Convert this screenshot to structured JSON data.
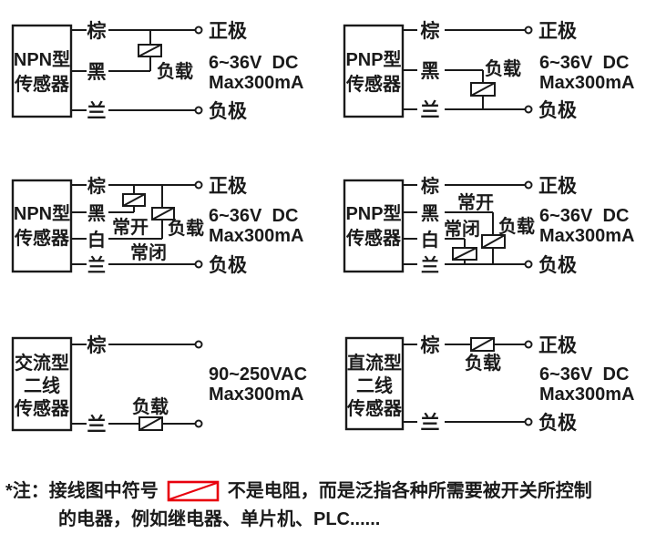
{
  "colors": {
    "ink": "#1a1a1a",
    "red": "#e8000d",
    "background": "#ffffff"
  },
  "diagrams": [
    {
      "name": "npn-3-wire",
      "sensor_lines": [
        "NPN型",
        "传感器"
      ],
      "wires": [
        "棕",
        "黑",
        "兰"
      ],
      "load": "负载",
      "pos": "正极",
      "neg": "负极",
      "spec": [
        "6~36V  DC",
        "Max300mA"
      ]
    },
    {
      "name": "pnp-3-wire",
      "sensor_lines": [
        "PNP型",
        "传感器"
      ],
      "wires": [
        "棕",
        "黑",
        "兰"
      ],
      "load": "负载",
      "pos": "正极",
      "neg": "负极",
      "spec": [
        "6~36V  DC",
        "Max300mA"
      ]
    },
    {
      "name": "npn-4-wire",
      "sensor_lines": [
        "NPN型",
        "传感器"
      ],
      "wires": [
        "棕",
        "黑",
        "白",
        "兰"
      ],
      "normally_open": "常开",
      "normally_closed": "常闭",
      "load": "负载",
      "pos": "正极",
      "neg": "负极",
      "spec": [
        "6~36V  DC",
        "Max300mA"
      ]
    },
    {
      "name": "pnp-4-wire",
      "sensor_lines": [
        "PNP型",
        "传感器"
      ],
      "wires": [
        "棕",
        "黑",
        "白",
        "兰"
      ],
      "normally_open": "常开",
      "normally_closed": "常闭",
      "load": "负载",
      "pos": "正极",
      "neg": "负极",
      "spec": [
        "6~36V  DC",
        "Max300mA"
      ]
    },
    {
      "name": "ac-2-wire",
      "sensor_lines": [
        "交流型",
        "二线",
        "传感器"
      ],
      "wires": [
        "棕",
        "兰"
      ],
      "load": "负载",
      "spec": [
        "90~250VAC",
        "Max300mA"
      ]
    },
    {
      "name": "dc-2-wire",
      "sensor_lines": [
        "直流型",
        "二线",
        "传感器"
      ],
      "wires": [
        "棕",
        "兰"
      ],
      "load": "负载",
      "pos": "正极",
      "neg": "负极",
      "spec": [
        "6~36V  DC",
        "Max300mA"
      ]
    }
  ],
  "note": {
    "line1_prefix": "*注：接线图中符号",
    "line1_suffix": "不是电阻，而是泛指各种所需要被开关所控制",
    "line2": "的电器，例如继电器、单片机、PLC......",
    "symbol_icon": "load-resistor-icon"
  }
}
